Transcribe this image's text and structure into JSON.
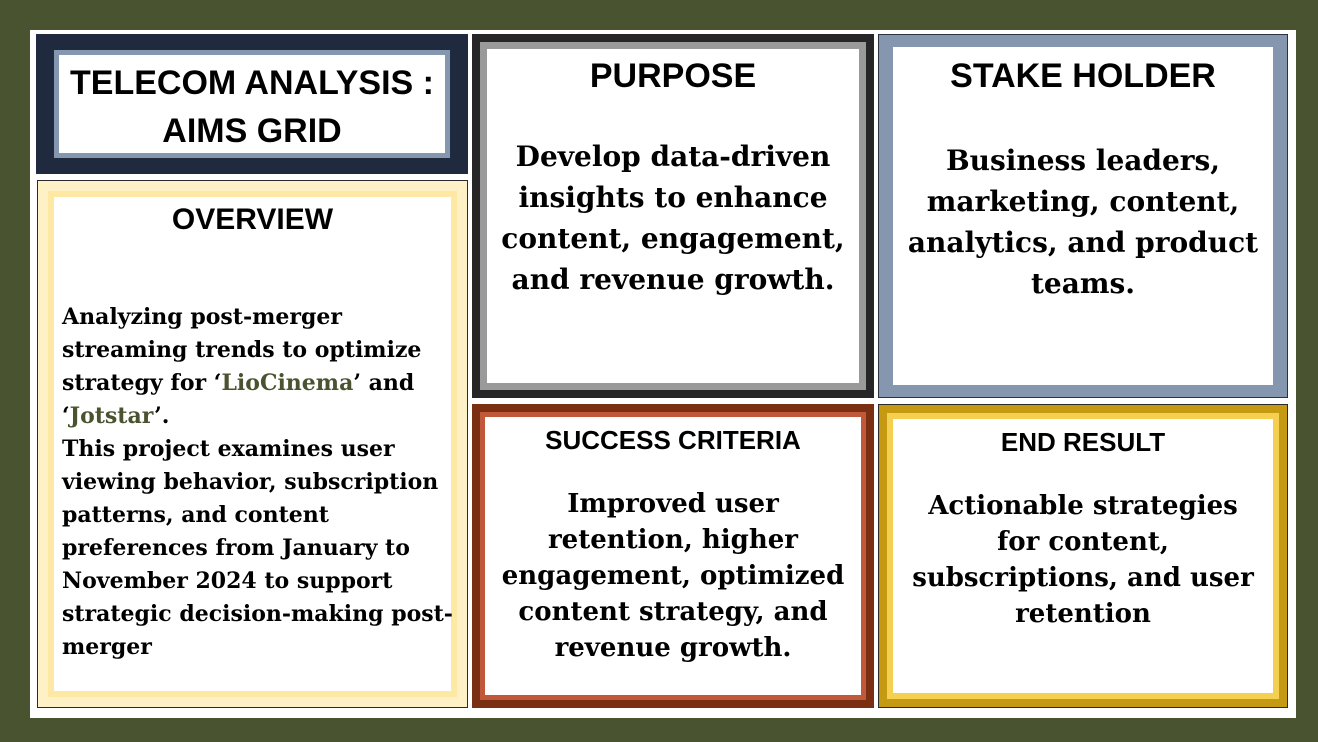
{
  "title": {
    "line1": "TELECOM ANALYSIS :",
    "line2": "AIMS GRID"
  },
  "overview": {
    "heading": "OVERVIEW",
    "p1_prefix": "Analyzing post-merger streaming trends to optimize strategy for ‘",
    "brand1": "LioCinema",
    "p1_mid": "’ and ‘",
    "brand2": "Jotstar",
    "p1_suffix": "’.",
    "p2": "This project examines user viewing behavior, subscription patterns, and content preferences from January to November 2024 to support strategic decision-making post-merger"
  },
  "purpose": {
    "heading": "PURPOSE",
    "body": "Develop data-driven insights to enhance content, engagement, and revenue growth."
  },
  "stakeholder": {
    "heading": "STAKE HOLDER",
    "body": "Business leaders, marketing, content, analytics, and product teams."
  },
  "success": {
    "heading": "SUCCESS CRITERIA",
    "body": "Improved user retention, higher engagement, optimized content strategy, and revenue growth."
  },
  "end_result": {
    "heading": "END RESULT",
    "body": "Actionable strategies for content, subscriptions, and user retention"
  },
  "colors": {
    "frame": "#4a5330",
    "title_panel": "#1f2a3e",
    "title_border": "#8597af",
    "overview_bg": "#fff1c6",
    "purpose_panel": "#262626",
    "stake_panel": "#8597af",
    "success_panel": "#7a2e12",
    "end_panel": "#c59a12"
  }
}
